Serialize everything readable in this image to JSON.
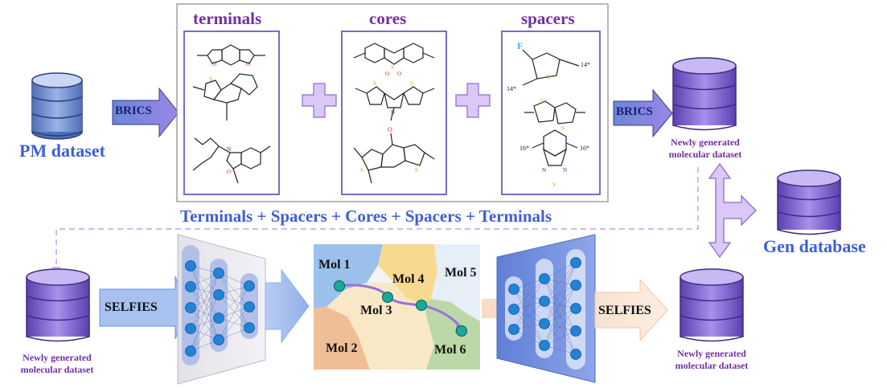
{
  "colors": {
    "accent_blue": "#3d5fd6",
    "accent_purple": "#7030a0",
    "frame_purple": "#8068c8",
    "db_blue": "#7d9ad8",
    "db_purple": "#8e72d6"
  },
  "left_db": {
    "label": "PM dataset",
    "icon": "database-icon"
  },
  "brics_left": {
    "label": "BRICS"
  },
  "brics_right": {
    "label": "BRICS"
  },
  "fragments": {
    "terminals_title": "terminals",
    "cores_title": "cores",
    "spacers_title": "spacers",
    "spacer_atom_f": "F",
    "spacer_dummy_a": "14*",
    "spacer_dummy_b": "14*",
    "spacer_dummy_c": "16*",
    "spacer_dummy_d": "16*"
  },
  "formula": "Terminals + Spacers + Cores + Spacers + Terminals",
  "right_db": {
    "label_line1": "Newly generated",
    "label_line2": "molecular dataset"
  },
  "gen_db": {
    "label": "Gen database"
  },
  "bottom_left_db": {
    "label_line1": "Newly generated",
    "label_line2": "molecular dataset"
  },
  "bottom_right_db": {
    "label_line1": "Newly generated",
    "label_line2": "molecular dataset"
  },
  "encoder_arrow": {
    "label": "SELFIES"
  },
  "decoder_arrow": {
    "label": "SELFIES"
  },
  "latent": {
    "mol1": "Mol 1",
    "mol2": "Mol 2",
    "mol3": "Mol 3",
    "mol4": "Mol 4",
    "mol5": "Mol 5",
    "mol6": "Mol 6"
  }
}
